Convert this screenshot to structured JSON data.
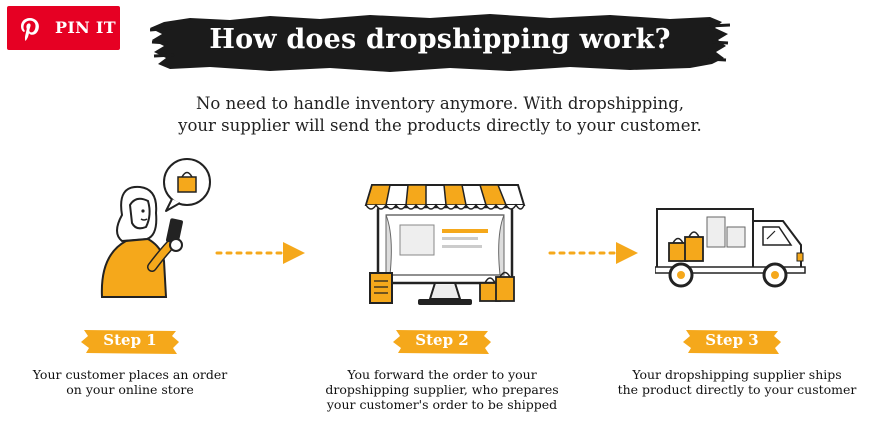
{
  "pin_button": {
    "label": "PIN IT",
    "icon": "pinterest-icon",
    "color": "#e60023"
  },
  "title": "How does dropshipping work?",
  "subtitle": {
    "line1": "No need to handle inventory anymore. With dropshipping,",
    "line2": "your supplier will send the products directly to your customer."
  },
  "accent_color": "#f5a81b",
  "steps": [
    {
      "label": "Step 1",
      "icon": "customer-phone-icon",
      "lines": [
        "Your customer places an order",
        "on your online store"
      ]
    },
    {
      "label": "Step 2",
      "icon": "online-store-icon",
      "lines": [
        "You forward the order to your",
        "dropshipping supplier, who prepares",
        "your customer's order to be shipped"
      ]
    },
    {
      "label": "Step 3",
      "icon": "delivery-truck-icon",
      "lines": [
        "Your dropshipping supplier ships",
        "the product directly to your customer"
      ]
    }
  ]
}
